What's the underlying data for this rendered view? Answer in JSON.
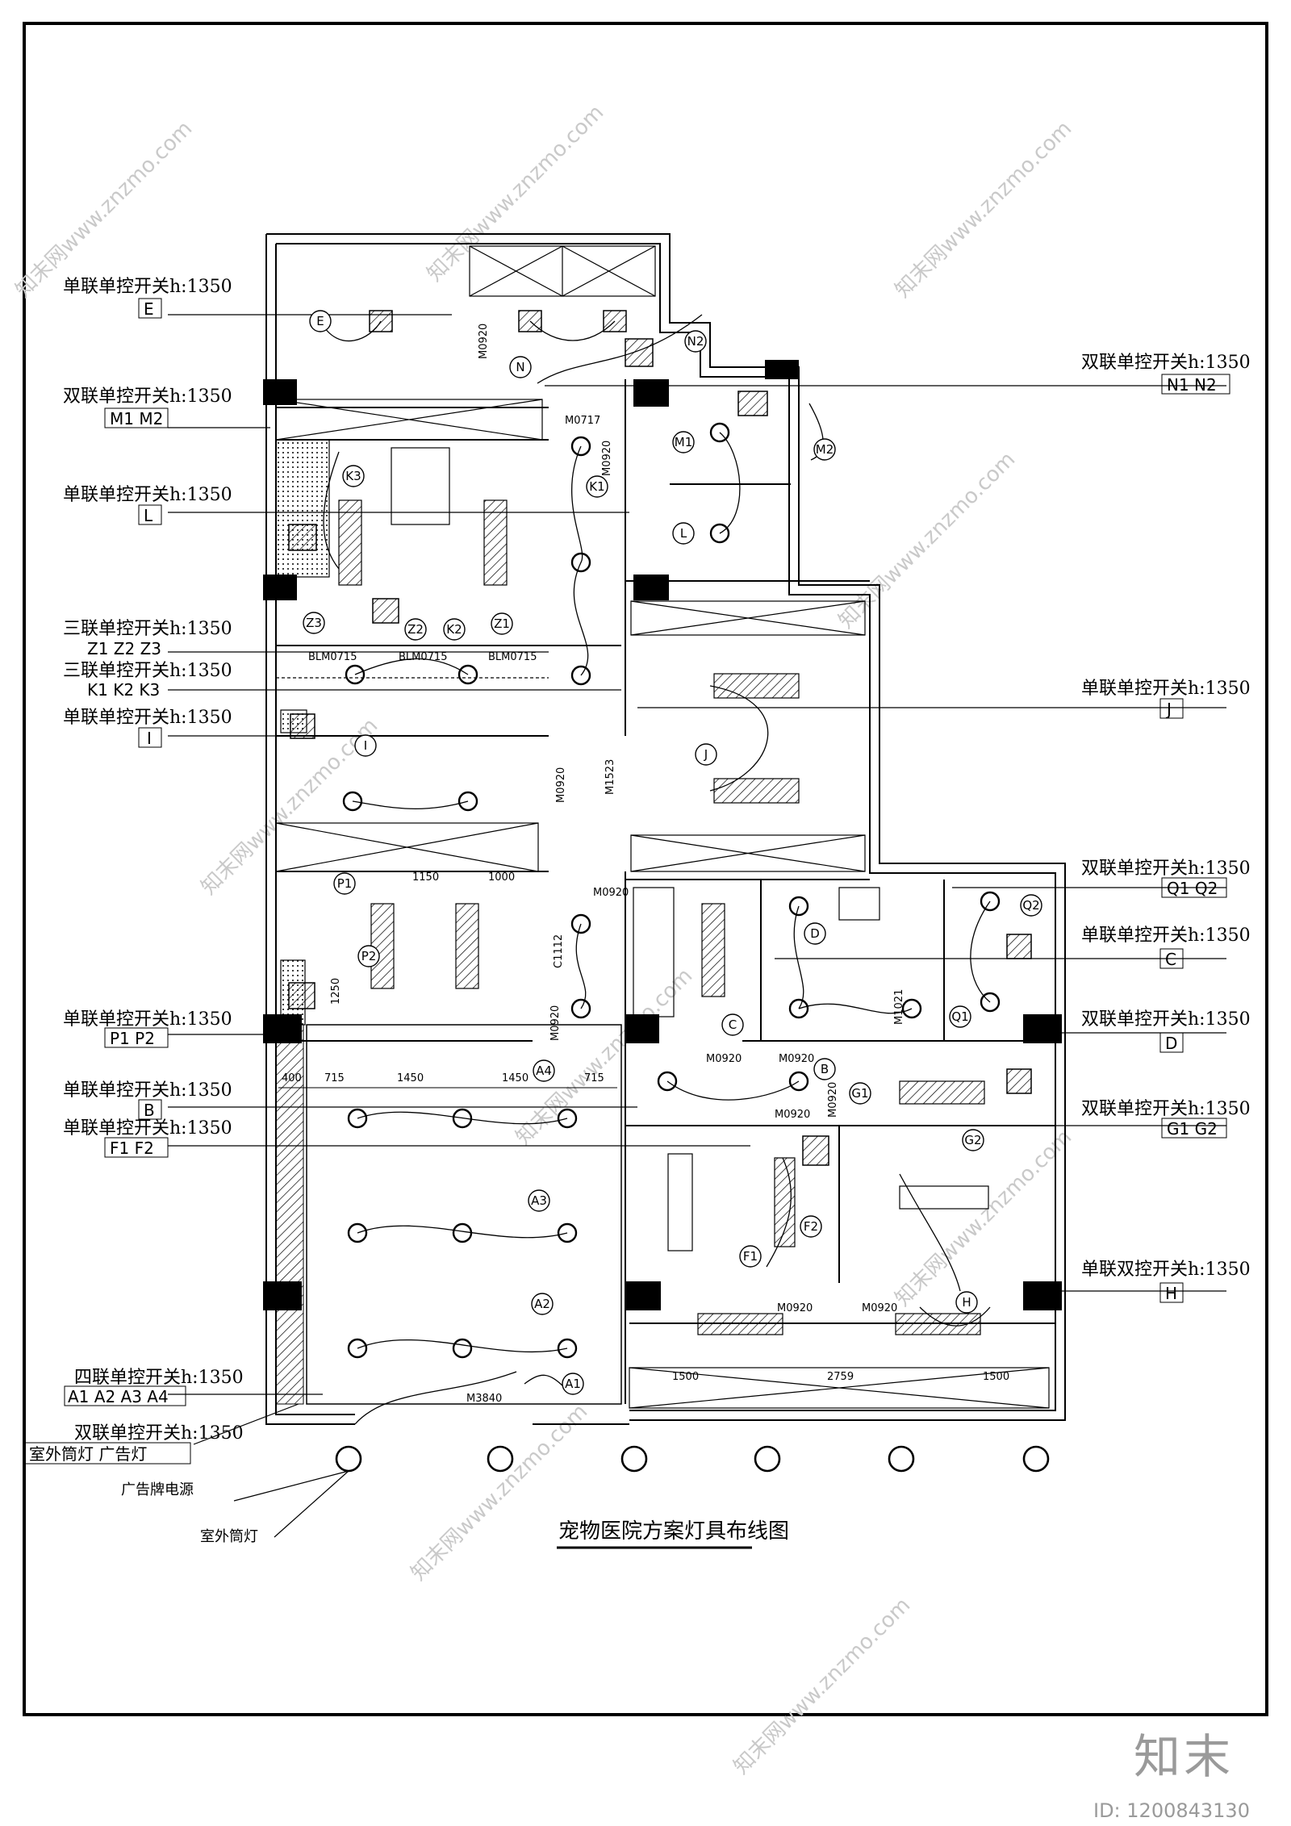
{
  "drawing": {
    "title": "宠物医院方案灯具布线图",
    "logo_text": "知末",
    "image_id": "ID: 1200843130",
    "watermark": "知末网www.znzmo.com"
  },
  "switch_labels": [
    {
      "text": "单联单控开关h:1350",
      "code": "E"
    },
    {
      "text": "双联单控开关h:1350",
      "code": "M1  M2"
    },
    {
      "text": "单联单控开关h:1350",
      "code": "L"
    },
    {
      "text": "三联单控开关h:1350",
      "code": "Z1  Z2  Z3"
    },
    {
      "text": "三联单控开关h:1350",
      "code": "K1  K2  K3"
    },
    {
      "text": "单联单控开关h:1350",
      "code": "I"
    },
    {
      "text": "单联单控开关h:1350",
      "code": "P1  P2"
    },
    {
      "text": "单联单控开关h:1350",
      "code": "B"
    },
    {
      "text": "单联单控开关h:1350",
      "code": "F1  F2"
    },
    {
      "text": "四联单控开关h:1350",
      "code": "A1  A2  A3  A4"
    },
    {
      "text": "双联单控开关h:1350",
      "code": "室外筒灯  广告灯"
    },
    {
      "text": "双联单控开关h:1350",
      "code": "N1  N2"
    },
    {
      "text": "单联单控开关h:1350",
      "code": "J"
    },
    {
      "text": "双联单控开关h:1350",
      "code": "Q1  Q2"
    },
    {
      "text": "单联单控开关h:1350",
      "code": "C"
    },
    {
      "text": "双联单控开关h:1350",
      "code": "D"
    },
    {
      "text": "双联单控开关h:1350",
      "code": "G1  G2"
    },
    {
      "text": "单联双控开关h:1350",
      "code": "H"
    }
  ],
  "notes": {
    "sign_power": "广告牌电源",
    "outdoor_light": "室外筒灯"
  },
  "door_codes": [
    "M0920",
    "M0717",
    "M0920",
    "BLM0715",
    "BLM0715",
    "BLM0715",
    "M0920",
    "M1523",
    "M0920",
    "C1112",
    "M0920",
    "M0920",
    "M0920",
    "M0920",
    "M0920",
    "M1021",
    "M0920",
    "M0920",
    "M3840"
  ],
  "dimensions": [
    "400",
    "715",
    "1450",
    "1450",
    "715",
    "1150",
    "1000",
    "1250",
    "1500",
    "2759",
    "1500"
  ],
  "circuit_tags": [
    "E",
    "N",
    "N2",
    "M1",
    "M2",
    "K1",
    "K3",
    "L",
    "Z1",
    "Z2",
    "Z3",
    "K2",
    "I",
    "J",
    "P1",
    "P2",
    "Q2",
    "D",
    "C",
    "Q1",
    "B",
    "G1",
    "G2",
    "F2",
    "F1",
    "H",
    "A4",
    "A3",
    "A2",
    "A1"
  ]
}
